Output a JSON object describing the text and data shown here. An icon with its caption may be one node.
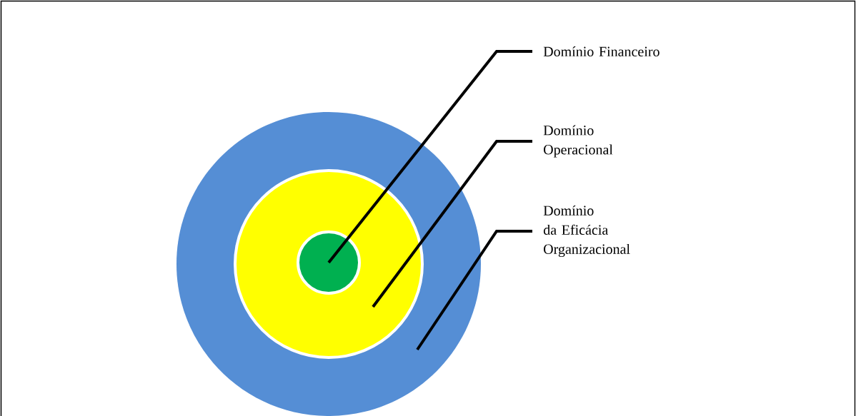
{
  "diagram": {
    "nodes": [
      {
        "text": [
          "Domínio Financeiro"
        ]
      },
      {
        "text": [
          "Domínio Operacional"
        ]
      },
      {
        "text": [
          "Domínio da Eficácia Organizacional"
        ]
      },
      {
        "text": [],
        "shape": "circle"
      },
      {
        "text": [],
        "shape": "circle",
        "in": 3
      },
      {
        "text": [],
        "shape": "circle",
        "in": 4
      }
    ],
    "edges": [
      {
        "from": 0,
        "to": 5,
        "arrow": "none"
      },
      {
        "from": 1,
        "to": 4,
        "arrow": "none"
      },
      {
        "from": 2,
        "to": 3,
        "arrow": "none"
      }
    ]
  }
}
